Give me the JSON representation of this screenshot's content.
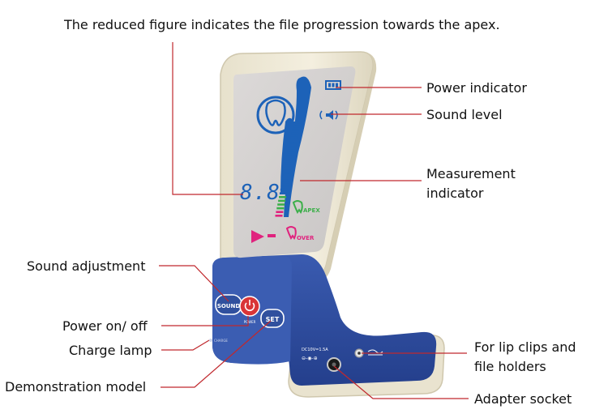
{
  "caption": "The reduced figure indicates the file progression towards the apex.",
  "labels": {
    "power_indicator": "Power indicator",
    "sound_level": "Sound level",
    "measurement_indicator_line1": "Measurement",
    "measurement_indicator_line2": "indicator",
    "sound_adjustment": "Sound adjustment",
    "power_on_off": "Power on/ off",
    "charge_lamp": "Charge lamp",
    "demonstration_model": "Demonstration model",
    "lip_clips_line1": "For lip clips and",
    "lip_clips_line2": "file holders",
    "adapter_socket": "Adapter socket"
  },
  "device": {
    "display_digits": "8.8",
    "apex_text": "APEX",
    "over_text": "OVER",
    "sound_button": "SOUND",
    "power_button_text": "POWER",
    "set_button": "SET",
    "charge_text": "CHARGE",
    "dc_text": "DC10V=1.5A"
  },
  "colors": {
    "leader_line": "#c0282d",
    "shell": "#efe9d6",
    "base_blue": "#2f4fa2",
    "screen": "#d6d3d2",
    "lcd_blue": "#1d62b8",
    "green": "#3caf4a",
    "magenta": "#e0237e",
    "power_red": "#d93537"
  }
}
